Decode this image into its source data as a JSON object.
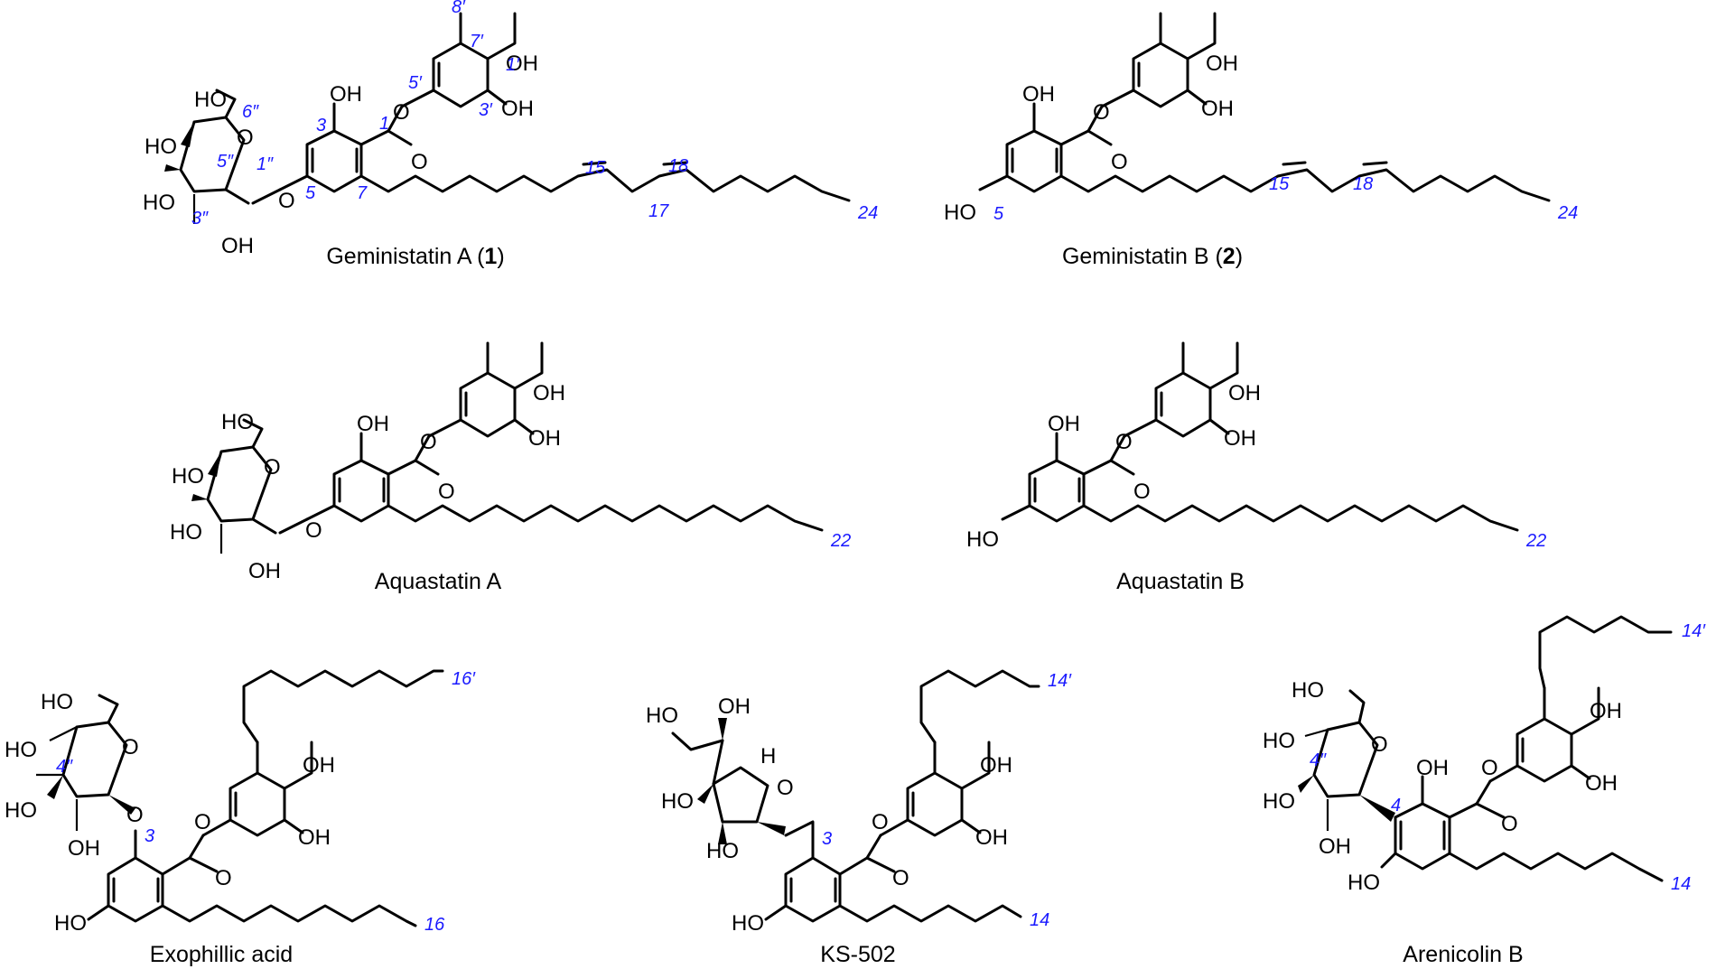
{
  "compounds": [
    {
      "name": "Geministatin A (",
      "num": "1",
      "tail": ")"
    },
    {
      "name": "Geministatin B (",
      "num": "2",
      "tail": ")"
    },
    {
      "name": "Aquastatin A"
    },
    {
      "name": "Aquastatin B"
    },
    {
      "name": "Exophillic acid"
    },
    {
      "name": "KS-502"
    },
    {
      "name": "Arenicolin B"
    }
  ],
  "atoms": {
    "OH": "OH",
    "HO": "HO",
    "O": "O",
    "H": "H"
  },
  "numbering": {
    "c1": [
      "8′",
      "7′",
      "1′",
      "5′",
      "3′",
      "6″",
      "5″",
      "1″",
      "3″",
      "3",
      "1",
      "5",
      "7",
      "15",
      "18",
      "17",
      "24"
    ],
    "c2": [
      "5",
      "15",
      "18",
      "24"
    ],
    "c3": [
      "22"
    ],
    "c4": [
      "22"
    ],
    "c5": [
      "16′",
      "4″",
      "3",
      "16"
    ],
    "c6": [
      "14′",
      "3",
      "14"
    ],
    "c7": [
      "14′",
      "4″",
      "4",
      "14"
    ]
  }
}
